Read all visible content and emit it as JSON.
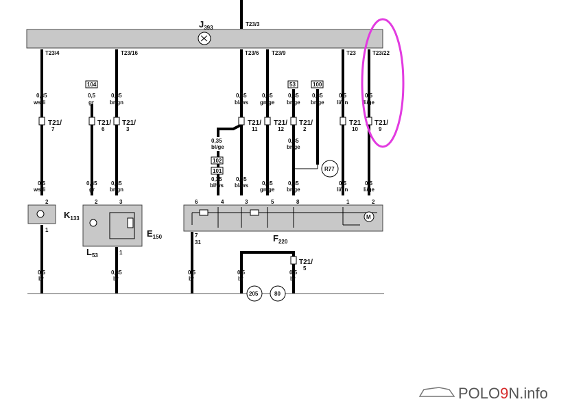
{
  "components": {
    "j393": {
      "label_main": "J",
      "label_sub": "393"
    },
    "k133": {
      "label_main": "K",
      "label_sub": "133"
    },
    "e150": {
      "label_main": "E",
      "label_sub": "150"
    },
    "l53": {
      "label_main": "L",
      "label_sub": "53"
    },
    "f220": {
      "label_main": "F",
      "label_sub": "220"
    },
    "r77": {
      "label": "R77"
    },
    "motor": {
      "label": "M"
    }
  },
  "top_connectors": {
    "t23_3": "T23/3",
    "t23_4": "T23/4",
    "t23_16": "T23/16",
    "t23_6": "T23/6",
    "t23_9": "T23/9",
    "t23_x": "T23",
    "t23_22": "T23/22"
  },
  "wires": {
    "w1": {
      "size": "0,35",
      "color": "ws/li"
    },
    "w2": {
      "size": "0,5",
      "color": "gr",
      "ref": "104"
    },
    "w3": {
      "size": "0,35",
      "color": "br/gn"
    },
    "w4": {
      "size": "0,35",
      "color": "bl/ws"
    },
    "w5": {
      "size": "0,35",
      "color": "gn/ge"
    },
    "w6": {
      "size": "0,35",
      "color": "br/ge",
      "ref": "53"
    },
    "w7": {
      "size": "0,35",
      "color": "br/ge",
      "ref": "100"
    },
    "w8": {
      "size": "0,5",
      "color": "li/gn"
    },
    "w9": {
      "size": "0,5",
      "color": "li/ge"
    }
  },
  "t21": {
    "c7": {
      "main": "T21/",
      "num": "7"
    },
    "c6": {
      "main": "T21/",
      "num": "6"
    },
    "c3": {
      "main": "T21/",
      "num": "3"
    },
    "c11": {
      "main": "T21/",
      "num": "11"
    },
    "c12": {
      "main": "T21/",
      "num": "12"
    },
    "c2": {
      "main": "T21/",
      "num": "2"
    },
    "c10": {
      "main": "T21",
      "num": "10"
    },
    "c9": {
      "main": "T21/",
      "num": "9"
    },
    "c5": {
      "main": "T21/",
      "num": "5"
    }
  },
  "mid_labels": {
    "blge_size": "0,35",
    "blge_color": "bl/ge",
    "ref102": "102",
    "ref101": "101",
    "blws_a_size": "0,35",
    "blws_a_color": "bl/ws",
    "blws_b_size": "0,35",
    "blws_b_color": "bl/ws",
    "brge_mid_size": "0,35",
    "brge_mid_color": "br/ge"
  },
  "lower_labels": {
    "l1_size": "0,5",
    "l1_color": "ws/li",
    "l2_size": "0,35",
    "l2_color": "gr",
    "l3_size": "0,35",
    "l3_color": "br/gn",
    "l5_size": "0,35",
    "l5_color": "gn/ge",
    "l8_size": "0,35",
    "l8_color": "br/ge",
    "l9_size": "0,5",
    "l9_color": "li/gn",
    "l10_size": "0,5",
    "l10_color": "li/ge"
  },
  "pins": {
    "k133_top": "2",
    "k133_bot": "1",
    "e150_top_a": "2",
    "e150_top_b": "3",
    "e150_bot": "1",
    "f220_p6": "6",
    "f220_p4": "4",
    "f220_p3": "3",
    "f220_p5": "5",
    "f220_p8": "8",
    "f220_p1": "1",
    "f220_p2": "2",
    "f220_bot7": "7",
    "f220_bot31": "31"
  },
  "ground_labels": {
    "g1_size": "0,5",
    "g1_color": "br",
    "g2_size": "0,35",
    "g2_color": "br",
    "g3_size": "0,5",
    "g3_color": "br",
    "g4_size": "0,5",
    "g4_color": "br",
    "g5_size": "0,5",
    "g5_color": "br"
  },
  "ground_points": {
    "p205": "205",
    "p80": "80"
  },
  "watermark": {
    "text_a": "POLO",
    "text_b": "9",
    "text_c": "N",
    "text_d": ".info"
  },
  "colors": {
    "highlight": "#e23be0",
    "module_fill": "#c8c8c8",
    "wire": "#000000"
  }
}
